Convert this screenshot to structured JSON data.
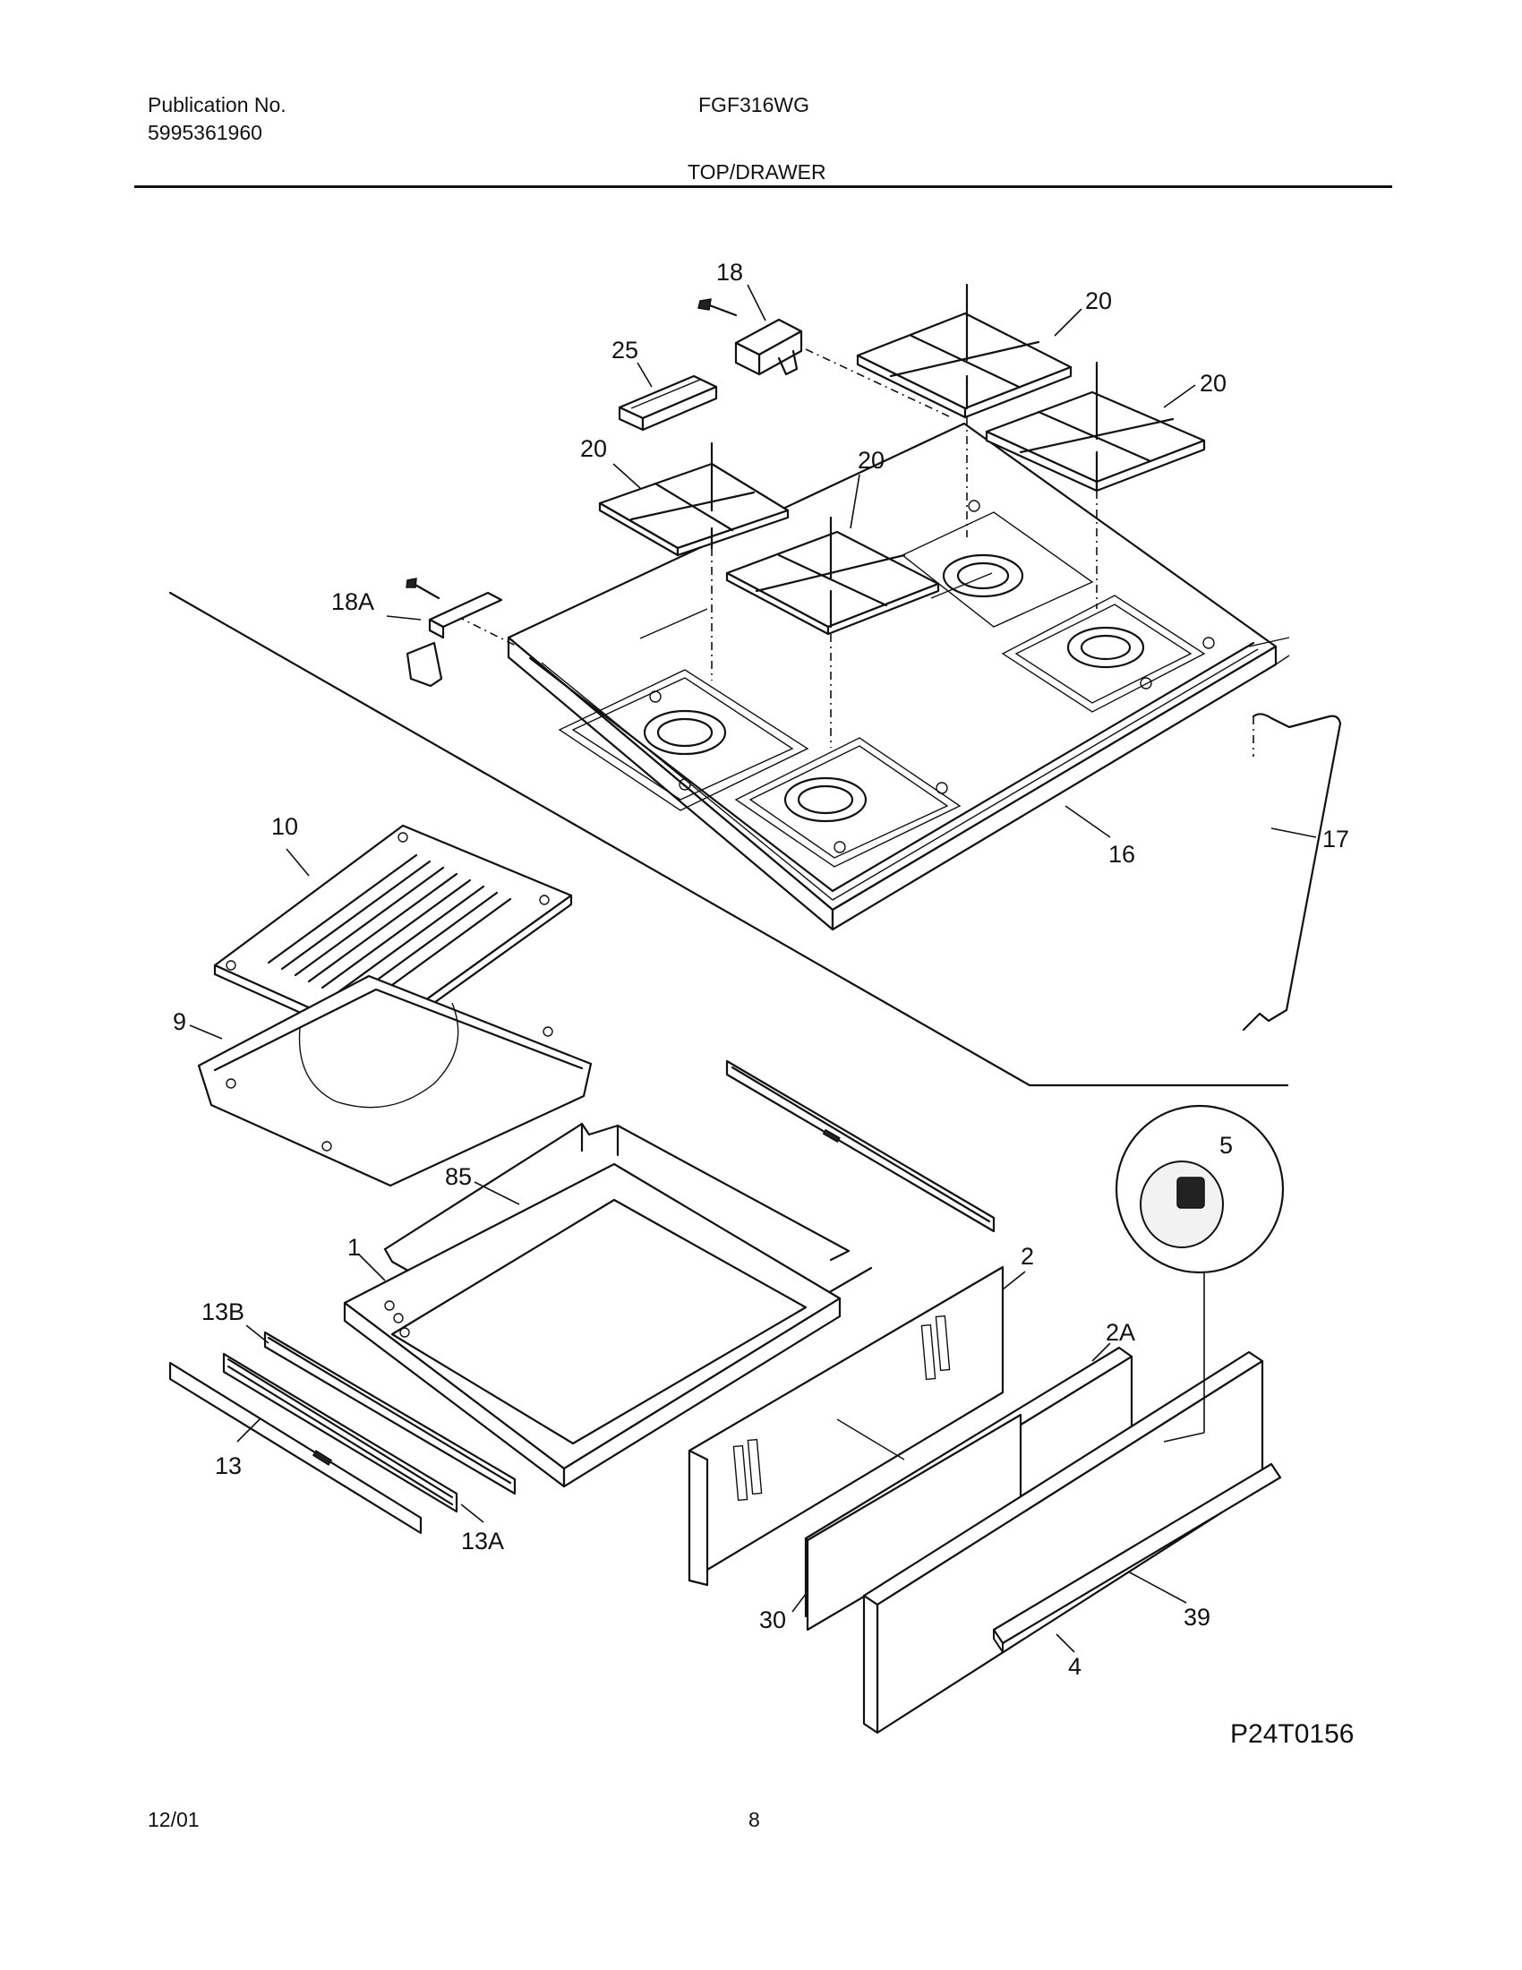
{
  "header": {
    "publication_label": "Publication No.",
    "publication_number": "5995361960",
    "model": "FGF316WG",
    "section_title": "TOP/DRAWER"
  },
  "parts": [
    {
      "id": "18"
    },
    {
      "id": "25"
    },
    {
      "id": "20"
    },
    {
      "id": "20"
    },
    {
      "id": "20"
    },
    {
      "id": "20"
    },
    {
      "id": "18A"
    },
    {
      "id": "16"
    },
    {
      "id": "17"
    },
    {
      "id": "10"
    },
    {
      "id": "9"
    },
    {
      "id": "85"
    },
    {
      "id": "1"
    },
    {
      "id": "2"
    },
    {
      "id": "5"
    },
    {
      "id": "2A"
    },
    {
      "id": "13B"
    },
    {
      "id": "13"
    },
    {
      "id": "13A"
    },
    {
      "id": "30"
    },
    {
      "id": "39"
    },
    {
      "id": "4"
    }
  ],
  "diagram_code": "P24T0156",
  "footer": {
    "date": "12/01",
    "page_number": "8"
  }
}
